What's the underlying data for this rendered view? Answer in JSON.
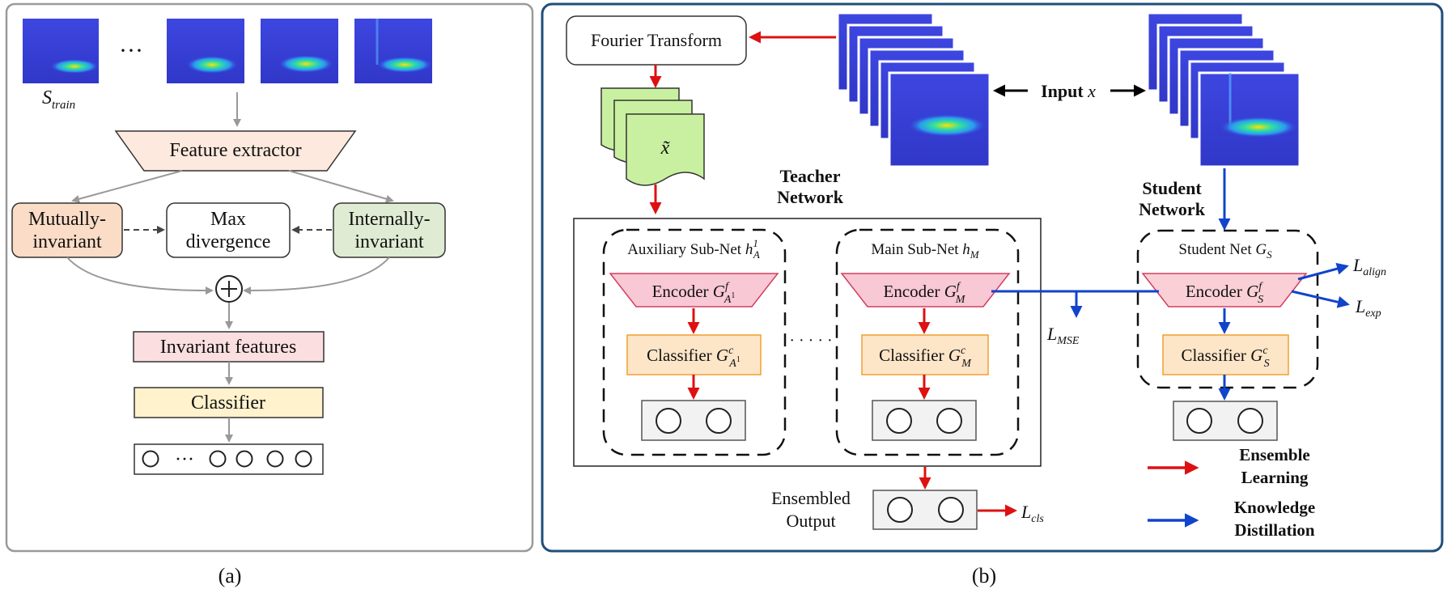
{
  "panel_a": {
    "s_train_base": "S",
    "s_train_sub": "train",
    "ellipsis": "···",
    "feature_extractor": "Feature extractor",
    "mutually_line1": "Mutually-",
    "mutually_line2": "invariant",
    "max_line1": "Max",
    "max_line2": "divergence",
    "internally_line1": "Internally-",
    "internally_line2": "invariant",
    "invariant_features": "Invariant features",
    "classifier": "Classifier",
    "output_ellipsis": "···",
    "caption": "(a)"
  },
  "panel_b": {
    "fourier_transform": "Fourier Transform",
    "x_tilde": "x̃",
    "input_label_bold": "Input",
    "input_label_var": "x",
    "teacher_line1": "Teacher",
    "teacher_line2": "Network",
    "student_line1": "Student",
    "student_line2": "Network",
    "aux_subnet_label": "Auxiliary Sub-Net",
    "aux_h": "h",
    "aux_h_sup": "1",
    "aux_h_sub": "A",
    "main_subnet_label": "Main Sub-Net",
    "main_h": "h",
    "main_h_sub": "M",
    "student_net_label": "Student Net",
    "student_g": "G",
    "student_g_sub": "S",
    "encoder": "Encoder",
    "classifier": "Classifier",
    "G": "G",
    "sup_f": "f",
    "sup_c": "c",
    "sub_A": "A",
    "sub_A_sup": "1",
    "sub_M": "M",
    "sub_S": "S",
    "dots": "· · · · ·",
    "l_mse": "L",
    "l_mse_sub": "MSE",
    "l_align": "L",
    "l_align_sub": "align",
    "l_exp": "L",
    "l_exp_sub": "exp",
    "l_cls": "L",
    "l_cls_sub": "cls",
    "ensembled_line1": "Ensembled",
    "ensembled_line2": "Output",
    "legend_ensemble_line1": "Ensemble",
    "legend_ensemble_line2": "Learning",
    "legend_kd_line1": "Knowledge",
    "legend_kd_line2": "Distillation",
    "caption": "(b)"
  },
  "colors": {
    "red_arrow": "#dd1111",
    "blue_arrow": "#1144cc",
    "gray_arrow": "#999999",
    "panel_b_border": "#1f4e79",
    "feature_extractor_fill": "#fde9dd",
    "mutually_fill": "#fbdcc6",
    "internally_fill": "#dfecd3",
    "invariant_fill": "#fbdfe0",
    "classifier_fill": "#fff2cc",
    "encoder_fill": "#f8c8d4",
    "student_encoder_fill": "#fad0d6",
    "classifier_b_fill": "#fde5c8",
    "classifier_b_stroke": "#f0a030",
    "doc_fill": "#c9f0a0",
    "heatmap_bg": "#3a3fd6"
  }
}
